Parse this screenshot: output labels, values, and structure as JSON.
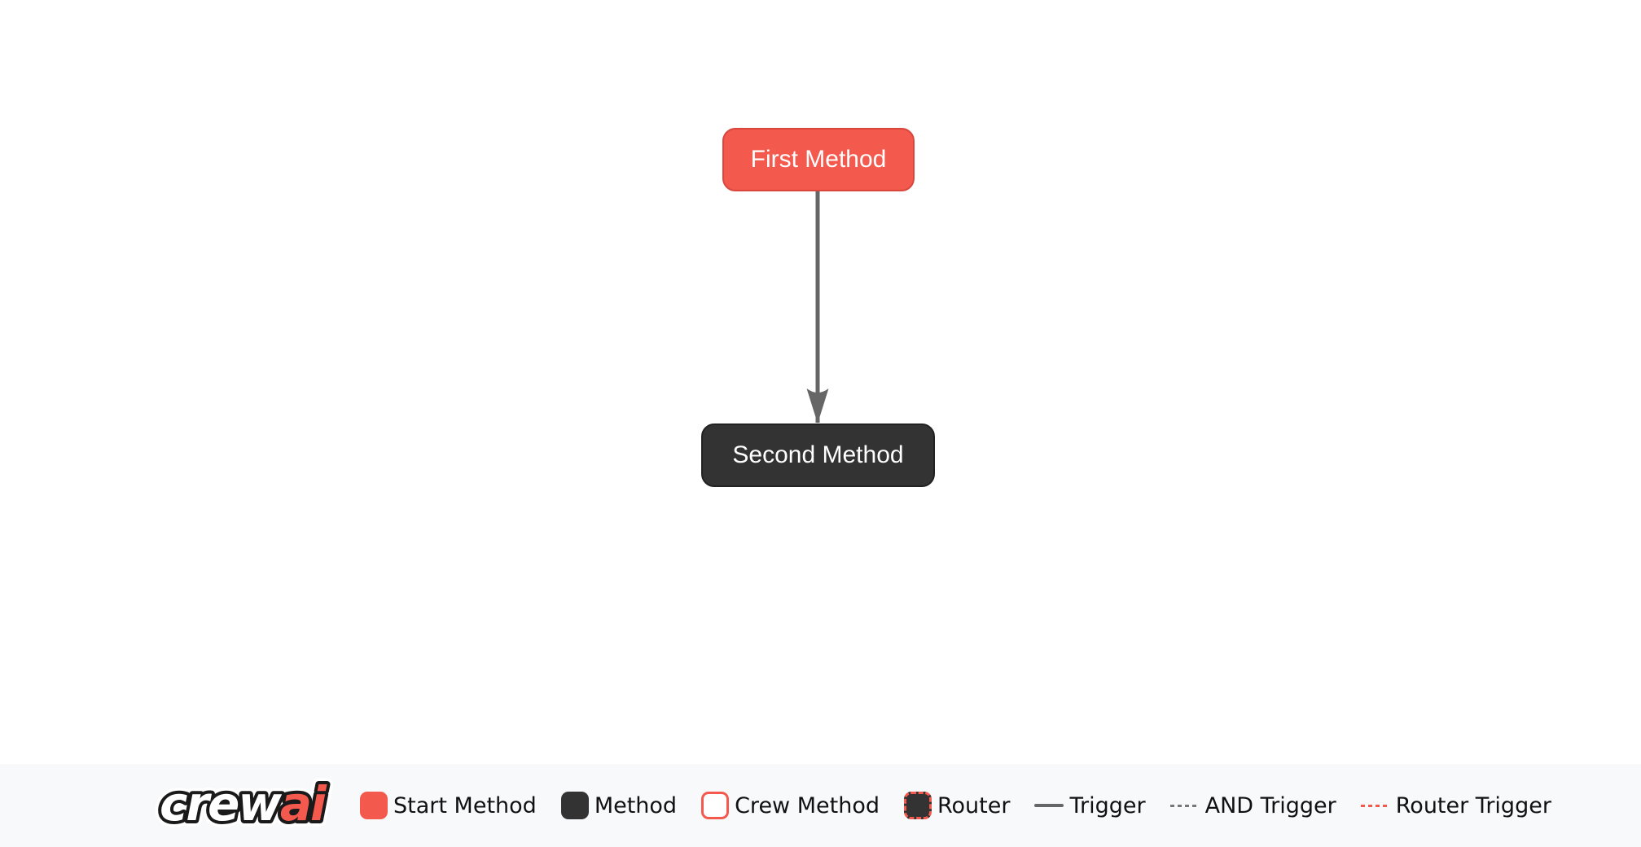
{
  "colors": {
    "start-bg": "#F4594E",
    "start-border": "#D8463C",
    "method-bg": "#333333",
    "method-border": "#222222",
    "edge-color": "#666666",
    "accent-red": "#F4594E",
    "and-dash-color": "#777777",
    "legend-bg": "#F8F9FA",
    "legend-text": "#111111",
    "node-text": "#FFFFFF",
    "logo-outline": "#1A1A1A",
    "logo-crew-fill": "#FFFFFF",
    "logo-ai-fill": "#F4594E"
  },
  "flow": {
    "nodes": [
      {
        "label": "First Method",
        "type": "start"
      },
      {
        "label": "Second Method",
        "type": "method"
      }
    ],
    "edges": [
      {
        "from": "First Method",
        "to": "Second Method",
        "type": "trigger"
      }
    ]
  },
  "legend": {
    "logo": {
      "crew": "crew",
      "ai": "ai"
    },
    "items": [
      {
        "label": "Start Method",
        "swatch": "start-method"
      },
      {
        "label": "Method",
        "swatch": "method"
      },
      {
        "label": "Crew Method",
        "swatch": "crew-method"
      },
      {
        "label": "Router",
        "swatch": "router"
      },
      {
        "label": "Trigger",
        "swatch": "trigger-line"
      },
      {
        "label": "AND Trigger",
        "swatch": "and-trigger-line"
      },
      {
        "label": "Router Trigger",
        "swatch": "router-trigger-line"
      }
    ]
  }
}
